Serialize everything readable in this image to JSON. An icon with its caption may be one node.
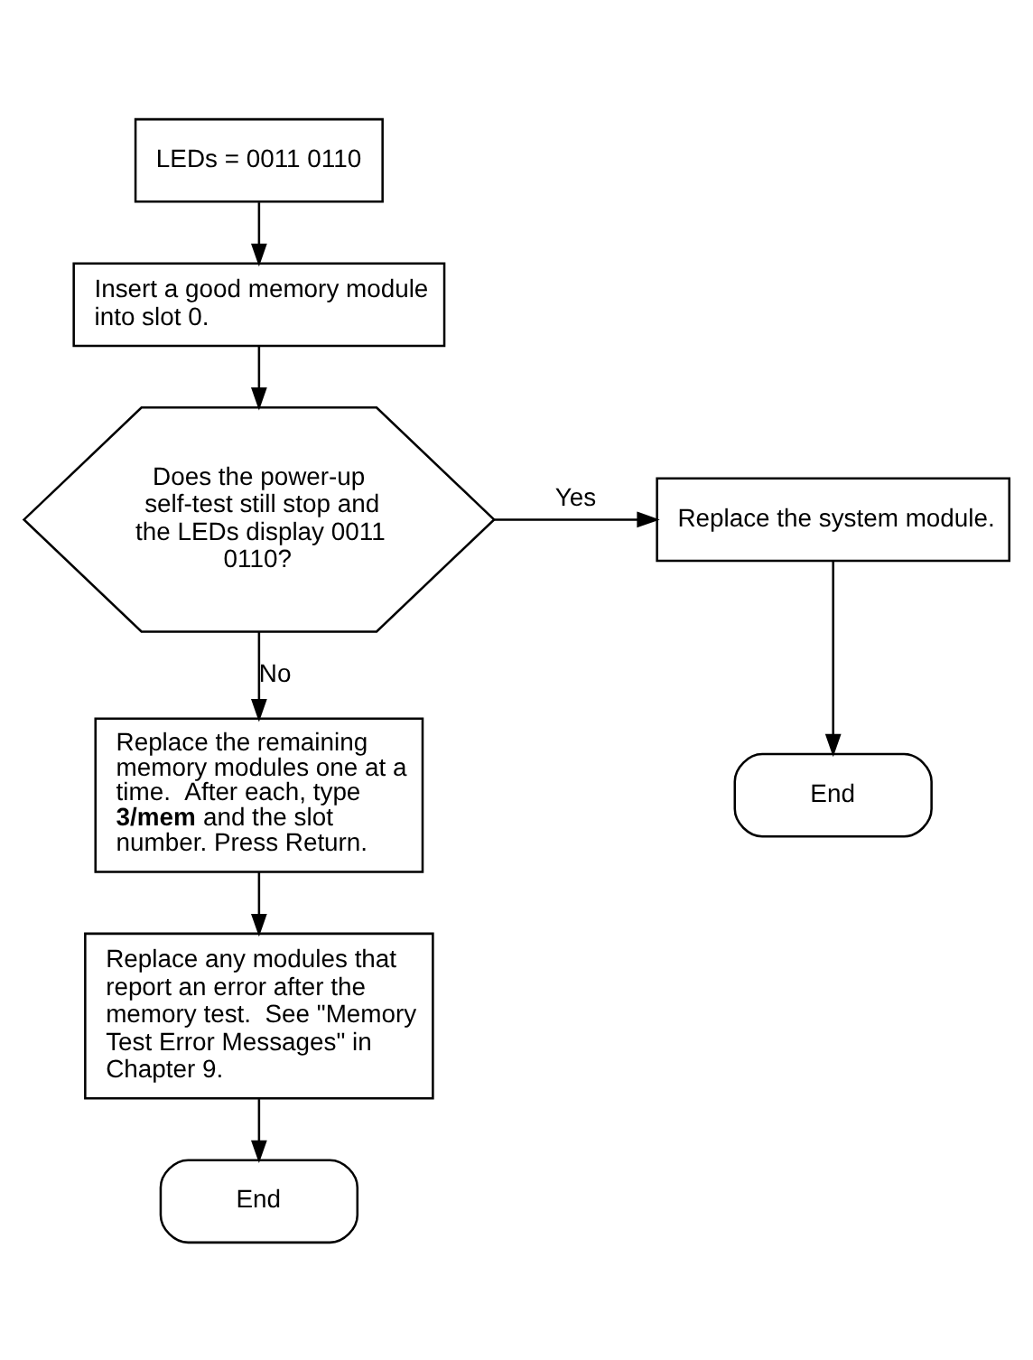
{
  "diagram": {
    "nodes": [
      {
        "text": [
          "LEDs = 0011 0110"
        ]
      },
      {
        "text": [
          "Insert a good memory module into slot 0."
        ]
      },
      {
        "text": [
          "Does the power-up self-test still stop and the LEDs display 0011 0110?"
        ]
      },
      {
        "text": [
          "Replace the system module."
        ]
      },
      {
        "text": [
          "End"
        ]
      },
      {
        "text": [
          "Replace the remaining memory modules one at a time.  After each, type **3/mem** and the slot number. Press Return."
        ]
      },
      {
        "text": [
          "Replace any modules that report an error after the memory test.  See \"Memory Test Error Messages\" in Chapter 9."
        ]
      },
      {
        "text": [
          "End"
        ]
      }
    ],
    "edges": [
      {
        "from": 0,
        "to": 1,
        "arrow": "to"
      },
      {
        "from": 1,
        "to": 2,
        "arrow": "to"
      },
      {
        "from": 2,
        "to": 3,
        "arrow": "to",
        "label": "Yes"
      },
      {
        "from": 3,
        "to": 4,
        "arrow": "to"
      },
      {
        "from": 2,
        "to": 5,
        "arrow": "to",
        "label": "No"
      },
      {
        "from": 5,
        "to": 6,
        "arrow": "to"
      },
      {
        "from": 6,
        "to": 7,
        "arrow": "to"
      }
    ]
  }
}
